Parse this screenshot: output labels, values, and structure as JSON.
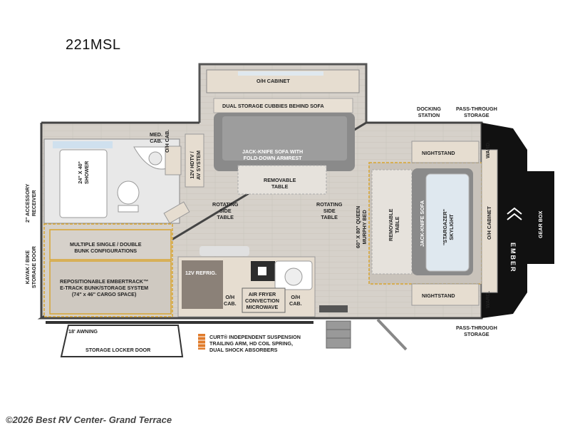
{
  "model": "221MSL",
  "watermark": "©2026 Best RV Center- Grand Terrace",
  "labels": {
    "oh_cabinet_top": "O/H CABINET",
    "dual_storage": "DUAL STORAGE CUBBIES BEHIND SOFA",
    "docking_station": "DOCKING\nSTATION",
    "pass_through_top": "PASS-THROUGH\nSTORAGE",
    "med_cab": "MED.\nCAB.",
    "oh_cab_left": "O/H CAB.",
    "hdtv": "12V HDTV /\nAV SYSTEM",
    "jack_knife_sofa_top": "JACK-KNIFE SOFA WITH\nFOLD-DOWN ARMREST",
    "removable_table_top": "REMOVABLE\nTABLE",
    "shower": "24\" X 40\"\nSHOWER",
    "accessory_receiver": "2\" ACCESSORY\nRECEIVER",
    "kayak_door": "KAYAK / BIKE\nSTORAGE DOOR",
    "rotating_side_table_left": "ROTATING\nSIDE\nTABLE",
    "rotating_side_table_right": "ROTATING\nSIDE\nTABLE",
    "murphy_bed": "60\" X 80\" QUEEN\nMURPHY BED",
    "removable_table_right": "REMOVABLE\nTABLE",
    "jack_knife_sofa_right": "JACK-KNIFE SOFA",
    "skylight": "\"STARGAZER\"\nSKYLIGHT",
    "nightstand_top": "NIGHTSTAND",
    "nightstand_bottom": "NIGHTSTAND",
    "ward_top": "WARD.",
    "ward_bottom": "WARD.",
    "oh_cabinet_right": "O/H CABINET",
    "gear_box": "GEAR BOX",
    "ember": "EMBER",
    "bunk_config": "MULTIPLE SINGLE / DOUBLE\nBUNK CONFIGURATIONS",
    "embertrack": "REPOSITIONABLE EMBERTRACK™\nE-TRACK BUNK/STORAGE SYSTEM\n(74\" x 46\" CARGO SPACE)",
    "refrig": "12V REFRIG.",
    "oh_cab_kitchen_left": "O/H\nCAB.",
    "air_fryer": "AIR FRYER\nCONVECTION\nMICROWAVE",
    "oh_cab_kitchen_right": "O/H\nCAB.",
    "awning": "18' AWNING",
    "storage_locker": "STORAGE LOCKER DOOR",
    "suspension": "CURT® INDEPENDENT SUSPENSION\nTRAILING ARM, HD COIL SPRING,\nDUAL SHOCK ABSORBERS",
    "pass_through_bottom": "PASS-THROUGH\nSTORAGE"
  },
  "colors": {
    "floor": "#d4cec6",
    "wall": "#3a3a3a",
    "cabinet": "#e6ddd0",
    "sofa": "#7d7d7d",
    "highlight": "#d8a531",
    "gearbox": "#111111"
  }
}
